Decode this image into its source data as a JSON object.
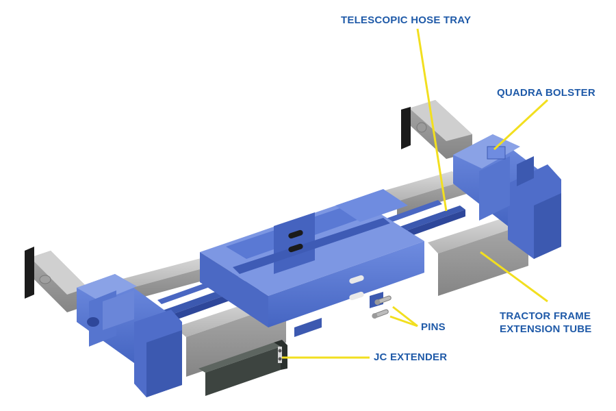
{
  "labels": {
    "telescopic_hose_tray": "TELESCOPIC HOSE TRAY",
    "quadra_bolster": "QUADRA BOLSTER",
    "pins": "PINS",
    "tractor_frame_line1": "TRACTOR FRAME",
    "tractor_frame_line2": "EXTENSION TUBE",
    "jc_extender": "JC EXTENDER"
  },
  "colors": {
    "label_text": "#1f5aa8",
    "leader_line": "#f2df1f",
    "frame_blue": "#5a79d4",
    "frame_blue_dark": "#3c59b0",
    "frame_blue_light": "#8aa2e6",
    "tube_gray": "#b9b9b9",
    "tube_gray_dark": "#8e8e8e",
    "extender_dark": "#3d4440",
    "end_plate_black": "#1b1b1b"
  }
}
